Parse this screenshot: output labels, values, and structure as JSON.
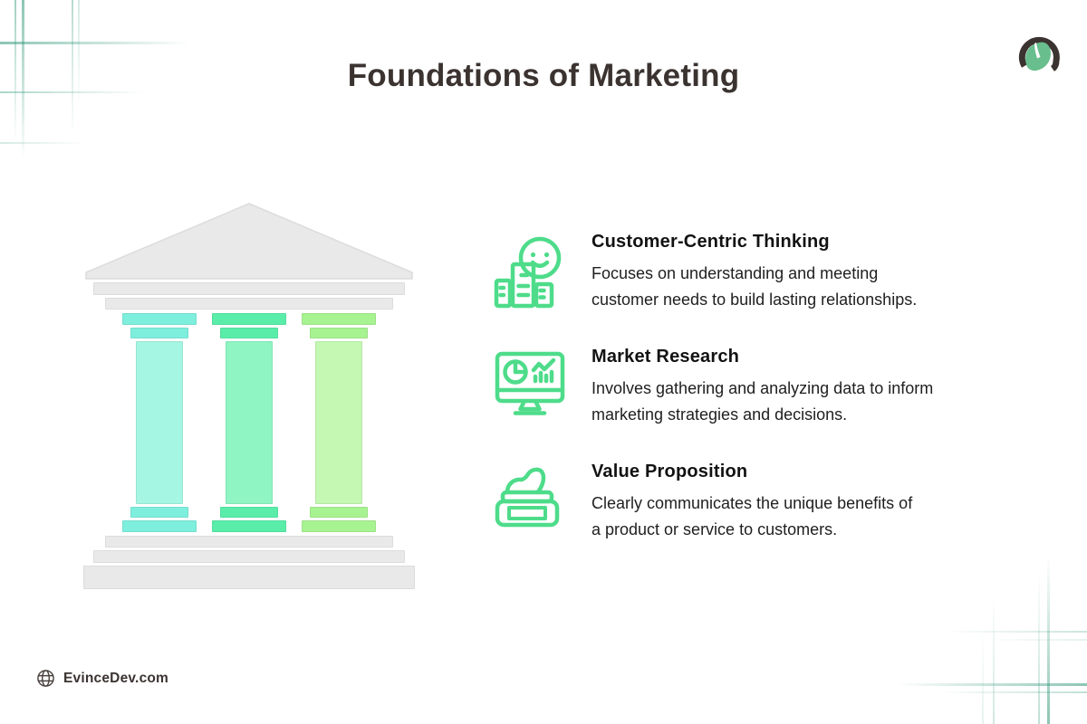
{
  "header": {
    "title": "Foundations of Marketing"
  },
  "logo": {
    "icon": "spartan-helmet-logo"
  },
  "illustration": {
    "name": "greek-temple-three-pillars",
    "pillar_colors": [
      "#a5f6e3",
      "#8ff5c3",
      "#c4f8b3"
    ]
  },
  "sections": [
    {
      "icon": "customer-smiley-books-icon",
      "heading": "Customer-Centric Thinking",
      "body_lines": [
        "Focuses on understanding and meeting",
        "customer needs to build lasting relationships."
      ]
    },
    {
      "icon": "analytics-monitor-icon",
      "heading": "Market Research",
      "body_lines": [
        "Involves gathering and analyzing data to inform",
        "marketing strategies and decisions."
      ]
    },
    {
      "icon": "cream-jar-product-icon",
      "heading": "Value Proposition",
      "body_lines": [
        "Clearly communicates the unique benefits of",
        "a product or service to customers."
      ]
    }
  ],
  "footer": {
    "icon": "globe-icon",
    "website": "EvinceDev.com"
  },
  "colors": {
    "accent_green": "#4edc8a",
    "title_text": "#3b3330",
    "heading_text": "#121212",
    "body_text": "#1f1f1f",
    "footer_text": "#3b3331",
    "grid_line": "#2e9678",
    "temple_gray": "#e9e9e9",
    "pillar1_shaft": "#a5f6e3",
    "pillar1_cap": "#7eeedd",
    "pillar2_shaft": "#8ff5c3",
    "pillar2_cap": "#5aedaa",
    "pillar3_shaft": "#c4f8b3",
    "pillar3_cap": "#a8f391",
    "logo_green": "#68be8d",
    "logo_dark": "#3b3330"
  }
}
